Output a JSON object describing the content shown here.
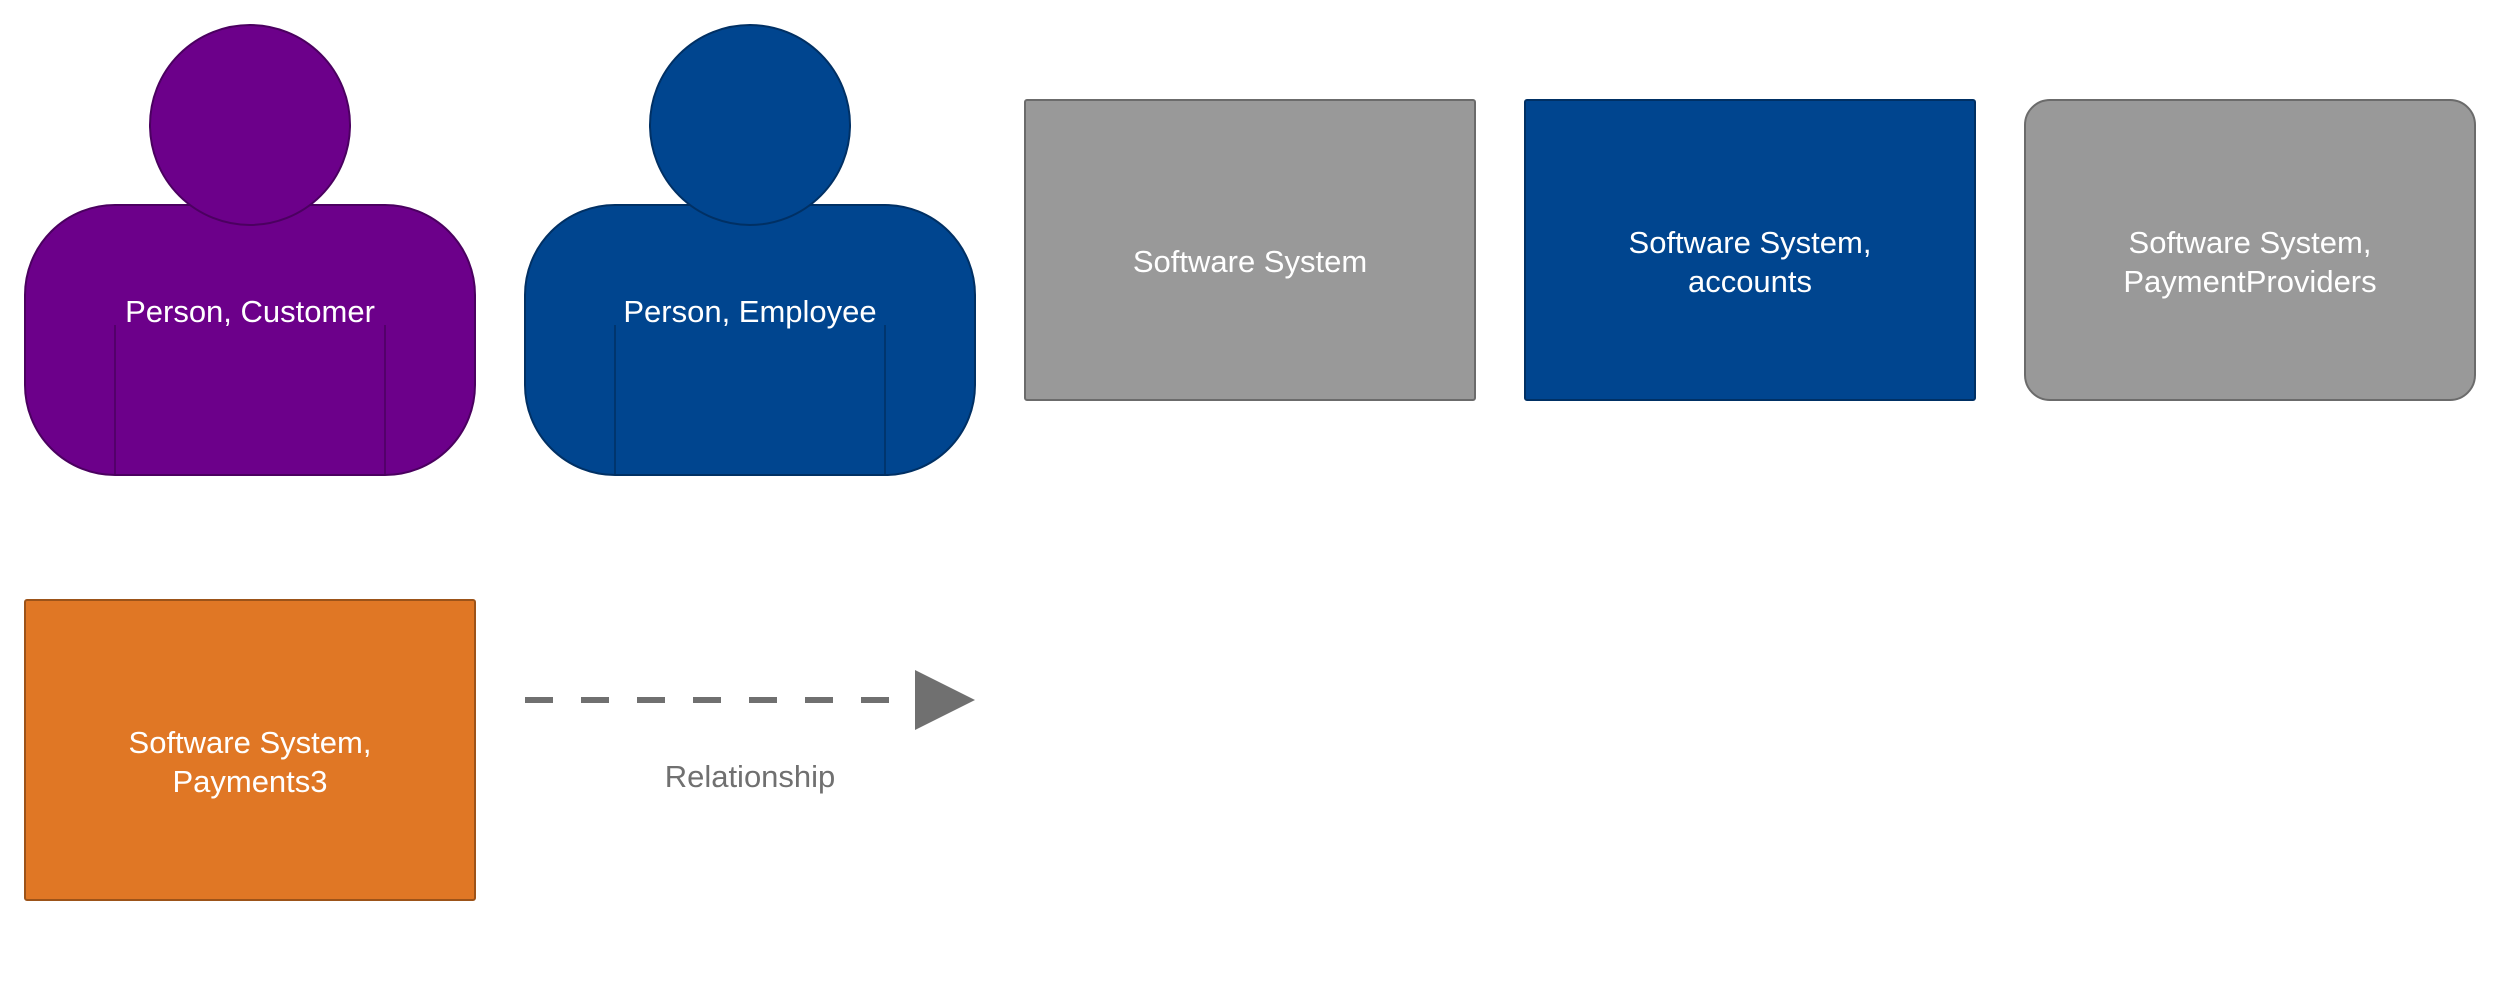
{
  "legend": {
    "customer": {
      "label": "Person, Customer",
      "color": "#6c008a",
      "stroke": "#4b0060"
    },
    "employee": {
      "label": "Person, Employee",
      "color": "#00458f",
      "stroke": "#003064"
    },
    "software_system": {
      "label": "Software System",
      "color": "#999999",
      "stroke": "#6b6b6b"
    },
    "accounts": {
      "label_line1": "Software System,",
      "label_line2": "accounts",
      "color": "#00458f",
      "stroke": "#003064"
    },
    "payment_providers": {
      "label_line1": "Software System,",
      "label_line2": "PaymentProviders",
      "color": "#999999",
      "stroke": "#6b6b6b"
    },
    "payments3": {
      "label_line1": "Software System,",
      "label_line2": "Payments3",
      "color": "#e07725",
      "stroke": "#9c5319"
    },
    "relationship": {
      "label": "Relationship",
      "color": "#707070"
    }
  }
}
